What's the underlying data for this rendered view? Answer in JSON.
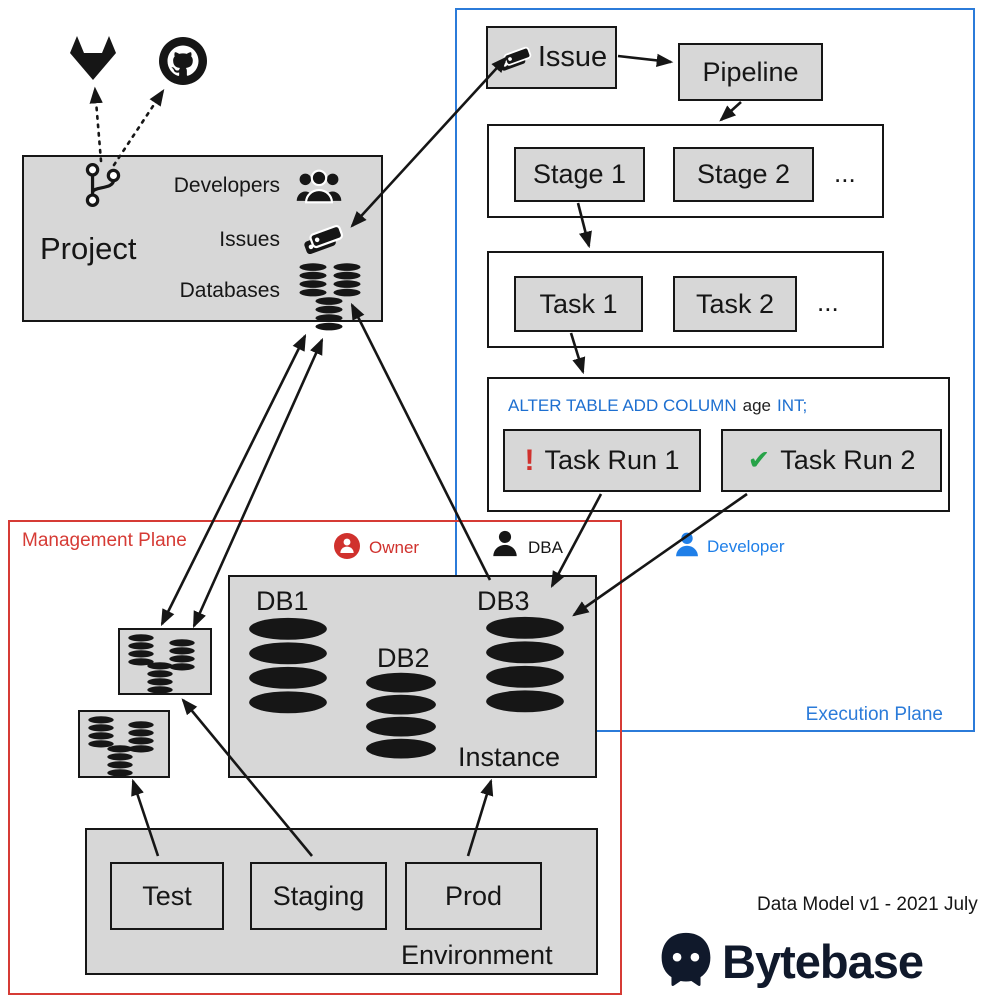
{
  "vcs": {
    "gitlab_icon": "gitlab-logo",
    "github_icon": "github-logo",
    "git_branch_icon": "git-branch"
  },
  "project": {
    "title": "Project",
    "rows": [
      {
        "label": "Developers",
        "icon": "people-icon"
      },
      {
        "label": "Issues",
        "icon": "tags-icon"
      },
      {
        "label": "Databases",
        "icon": "database-stack-icon"
      }
    ]
  },
  "execution_plane": {
    "label": "Execution Plane",
    "issue": {
      "label": "Issue",
      "icon": "tags-icon"
    },
    "pipeline": {
      "label": "Pipeline"
    },
    "stages": {
      "items": [
        "Stage 1",
        "Stage 2"
      ],
      "ellipsis": "..."
    },
    "tasks": {
      "items": [
        "Task 1",
        "Task 2"
      ],
      "ellipsis": "..."
    },
    "task_run_panel": {
      "sql": {
        "keyword1": "ALTER TABLE ADD COLUMN",
        "identifier": "age",
        "keyword2": "INT;"
      },
      "runs": [
        {
          "label": "Task Run 1",
          "status": "failed",
          "status_glyph": "!",
          "status_icon": "error-exclamation-icon"
        },
        {
          "label": "Task Run 2",
          "status": "success",
          "status_glyph": "✔",
          "status_icon": "success-check-icon"
        }
      ]
    }
  },
  "management_plane": {
    "label": "Management Plane",
    "roles": [
      {
        "label": "Owner",
        "icon": "owner-person-icon",
        "color": "#d0312d"
      },
      {
        "label": "DBA",
        "icon": "dba-person-icon",
        "color": "#161616"
      },
      {
        "label": "Developer",
        "icon": "developer-person-icon",
        "color": "#1f7fe8"
      }
    ],
    "instance": {
      "label": "Instance",
      "databases": [
        "DB1",
        "DB2",
        "DB3"
      ]
    },
    "environment": {
      "label": "Environment",
      "tiers": [
        "Test",
        "Staging",
        "Prod"
      ]
    }
  },
  "footer": {
    "caption": "Data Model v1 - 2021 July",
    "brand": "Bytebase"
  },
  "colors": {
    "execution_plane_border": "#2b7bd9",
    "management_plane_border": "#d63b35",
    "node_fill": "#d7d7d7",
    "sql_keyword_blue": "#1d6fd0",
    "error_red": "#d0312d",
    "success_green": "#27a348",
    "developer_blue": "#1f7fe8"
  }
}
